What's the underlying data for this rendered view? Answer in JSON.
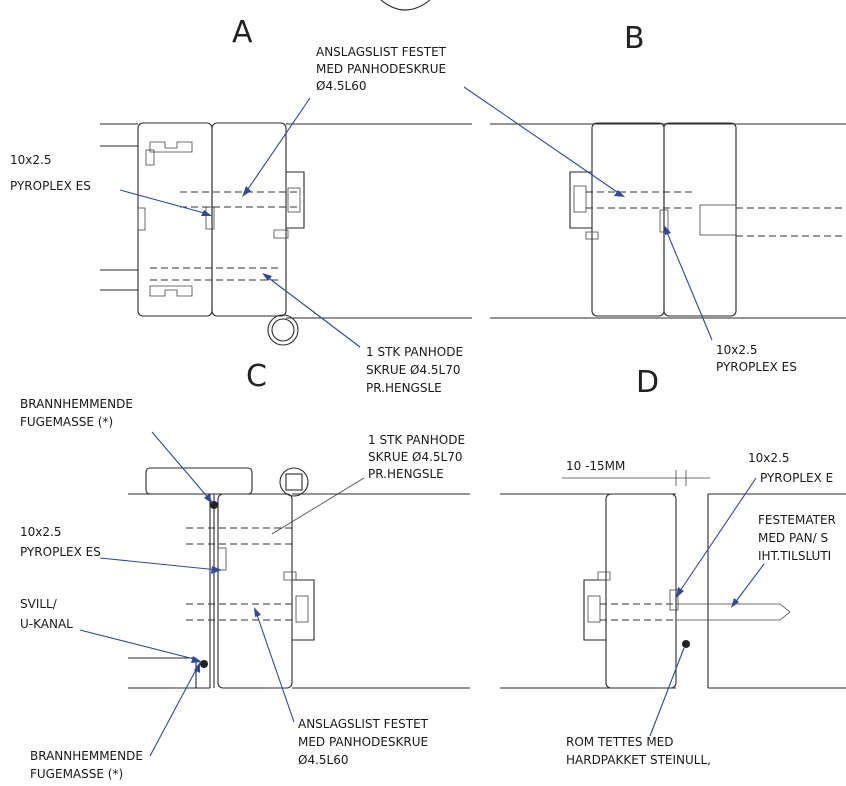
{
  "panels": {
    "a": {
      "letter": "A",
      "label_anslagslist": [
        "ANSLAGSLIST FESTET",
        "MED PANHODESKRUE",
        "Ø4.5L60"
      ],
      "label_pyroplex": [
        "10x2.5",
        "PYROPLEX ES"
      ],
      "label_panhode": [
        "1 STK PANHODE",
        "SKRUE Ø4.5L70",
        "PR.HENGSLE"
      ]
    },
    "b": {
      "letter": "B",
      "label_pyroplex": [
        "10x2.5",
        "PYROPLEX ES"
      ]
    },
    "c": {
      "letter": "C",
      "label_brann_top": [
        "BRANNHEMMENDE",
        "FUGEMASSE (*)"
      ],
      "label_panhode": [
        "1 STK PANHODE",
        "SKRUE Ø4.5L70",
        "PR.HENGSLE"
      ],
      "label_pyroplex": [
        "10x2.5",
        "PYROPLEX ES"
      ],
      "label_svill": [
        "SVILL/",
        "U-KANAL"
      ],
      "label_brann_bottom": [
        "BRANNHEMMENDE",
        "FUGEMASSE (*)"
      ],
      "label_anslagslist": [
        "ANSLAGSLIST FESTET",
        "MED PANHODESKRUE",
        "Ø4.5L60"
      ]
    },
    "d": {
      "letter": "D",
      "dimension": "10 -15MM",
      "label_pyroplex": [
        "10x2.5",
        "PYROPLEX E"
      ],
      "label_festemater": [
        "FESTEMATER",
        "MED PAN/ S",
        "IHT.TILSLUTI"
      ],
      "label_rom": [
        "ROM TETTES MED",
        "HARDPAKKET STEINULL,"
      ]
    }
  }
}
